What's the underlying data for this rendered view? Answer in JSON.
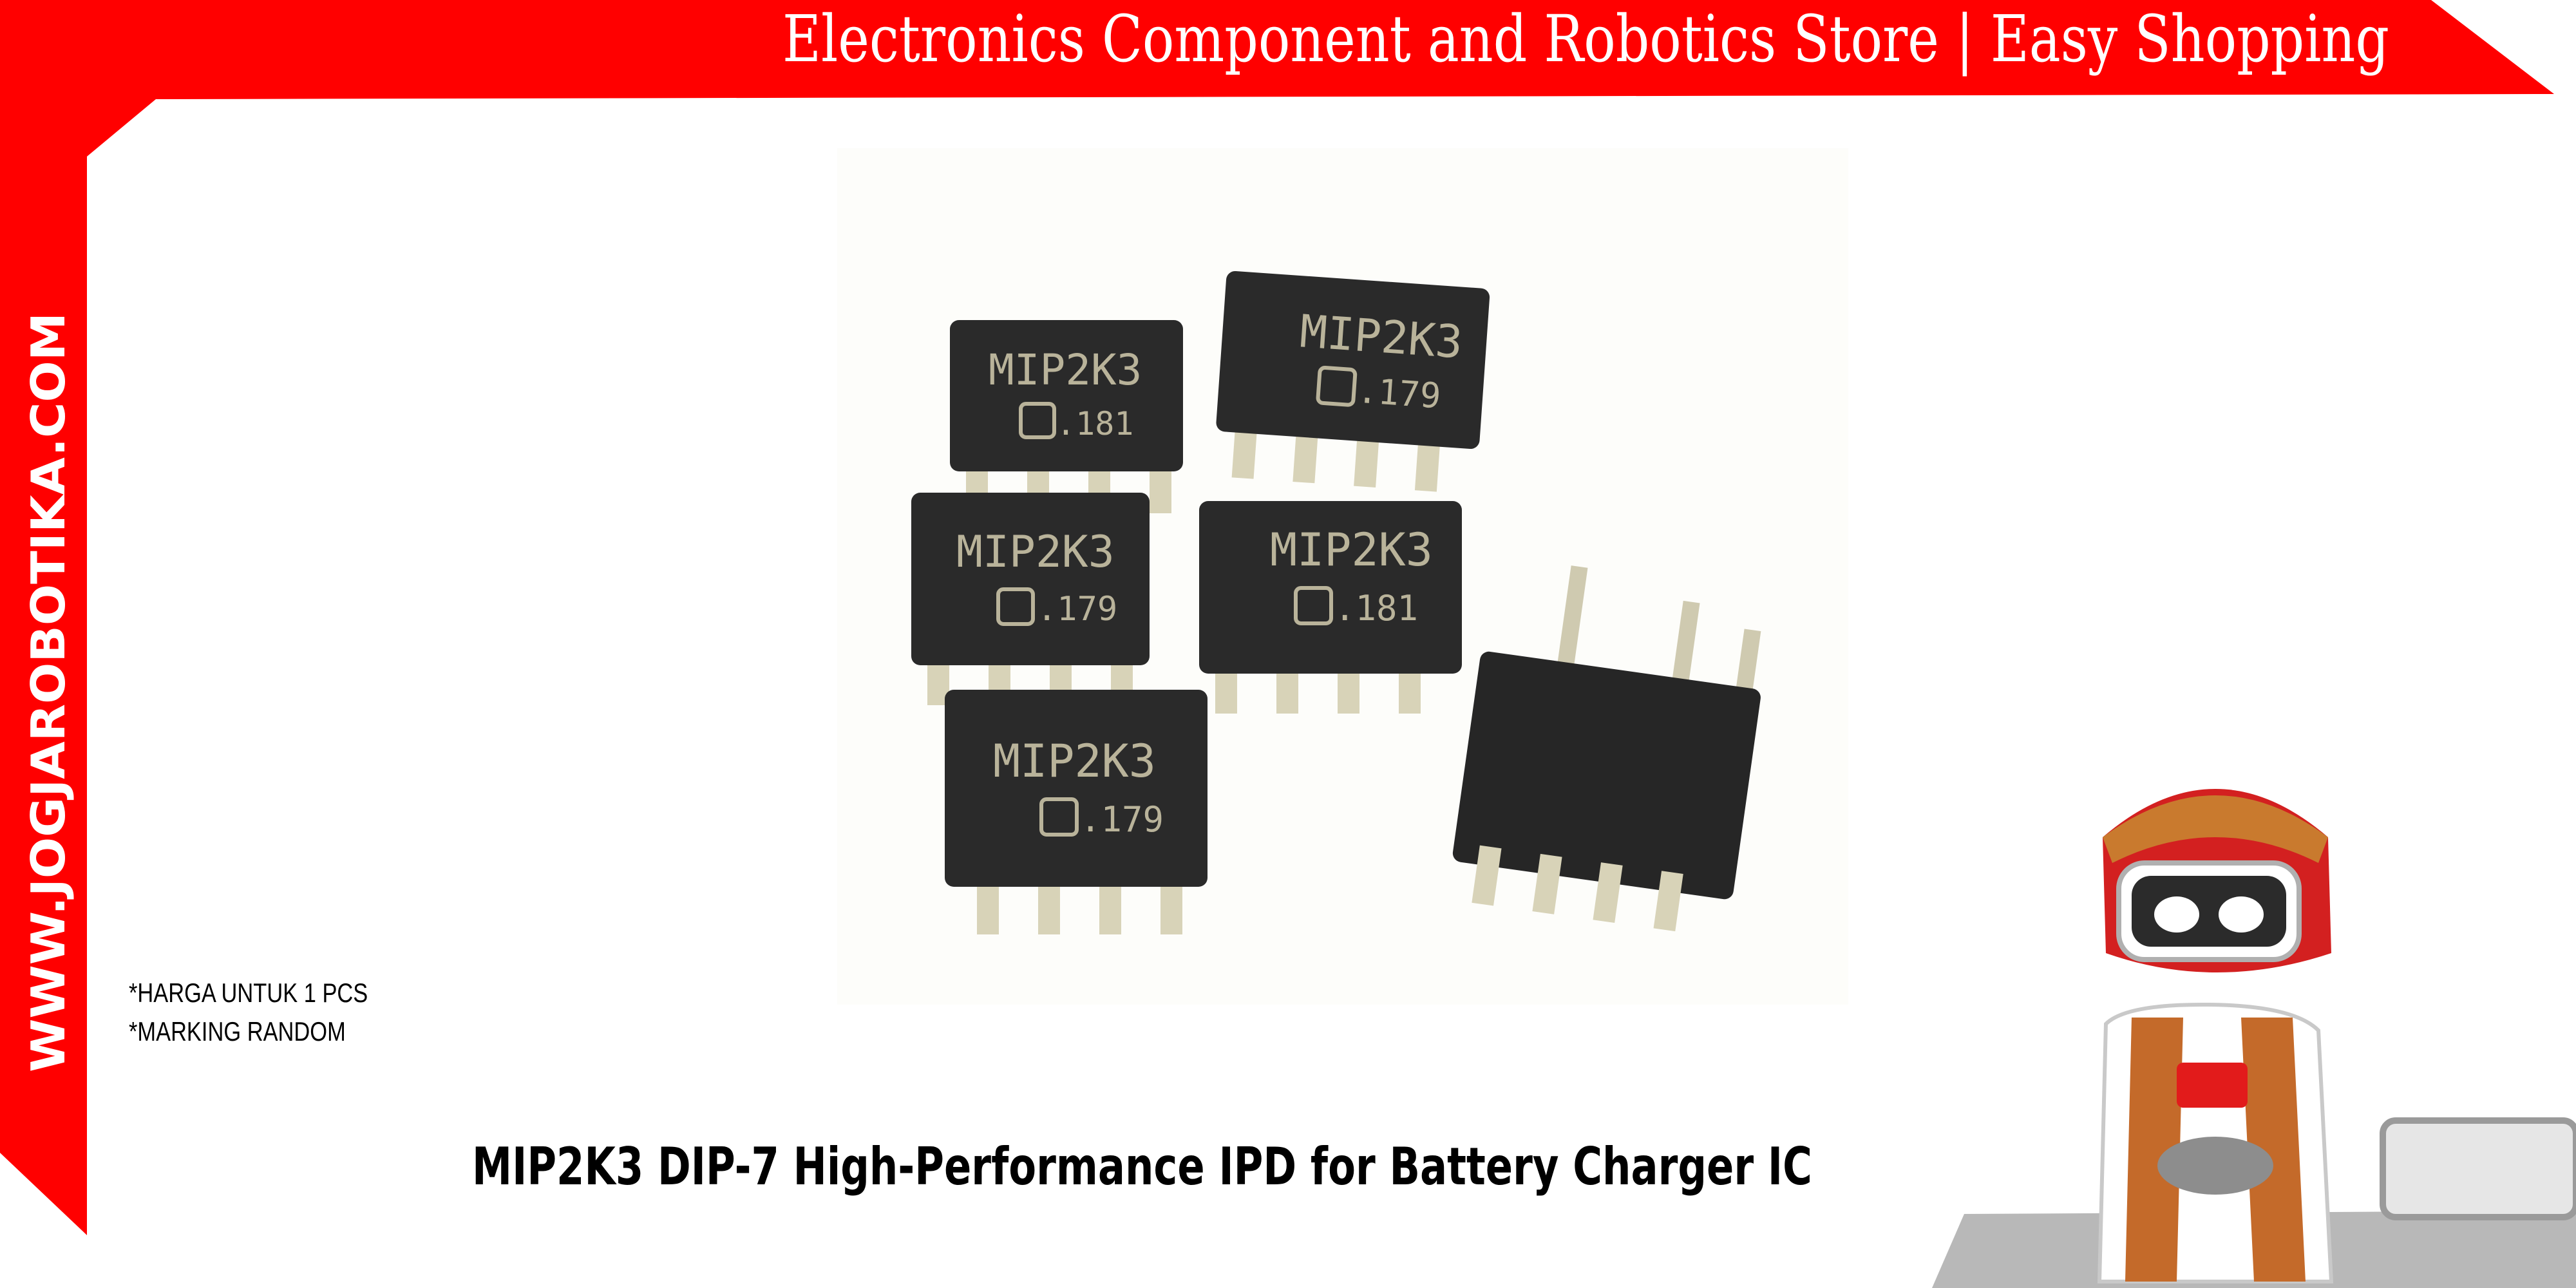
{
  "banner": {
    "tagline": "Electronics Component and Robotics Store | Easy Shopping",
    "color": "#ff0000"
  },
  "side_strip": {
    "website": "WWW.JOGJAROBOTIKA.COM"
  },
  "product": {
    "title": "MIP2K3 DIP-7 High-Performance IPD for Battery Charger IC",
    "notes": [
      "*HARGA UNTUK 1 PCS",
      "*MARKING RANDOM"
    ],
    "chips": [
      {
        "marking": "MIP2K3",
        "code": ".181"
      },
      {
        "marking": "MIP2K3",
        "code": ".179"
      },
      {
        "marking": "MIP2K3",
        "code": ".179"
      },
      {
        "marking": "MIP2K3",
        "code": ".181"
      },
      {
        "marking": "MIP2K3",
        "code": ".179"
      }
    ]
  },
  "mascot": {
    "icon": "robot-mascot-icon"
  }
}
